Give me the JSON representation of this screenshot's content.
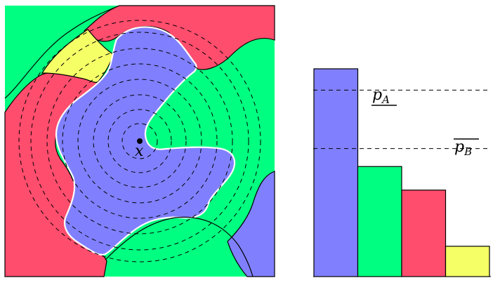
{
  "point": {
    "label": "x"
  },
  "thresholds": [
    {
      "label": "p_A",
      "kind": "underline"
    },
    {
      "label": "p_B",
      "kind": "overline"
    }
  ],
  "bars": [
    {
      "color": "#8080ff",
      "value": 0.925
    },
    {
      "color": "#00ff80",
      "value": 0.49
    },
    {
      "color": "#ff4d6d",
      "value": 0.385
    },
    {
      "color": "#f5ff66",
      "value": 0.135
    }
  ],
  "threshold_values": {
    "p_A": 0.83,
    "p_B": 0.57
  },
  "colors": {
    "blue": "#8080ff",
    "green": "#00ff80",
    "red": "#ff4d6d",
    "yellow": "#f5ff66"
  }
}
